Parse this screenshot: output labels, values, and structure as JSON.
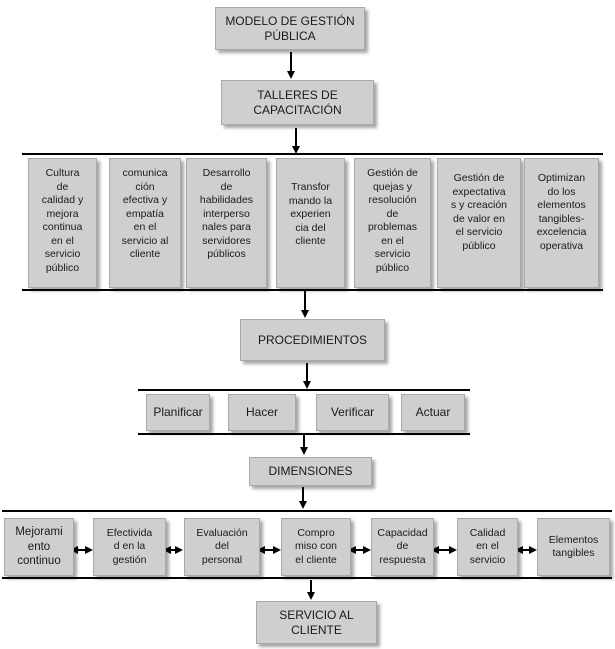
{
  "diagram": {
    "root": "MODELO DE GESTIÓN\nPÚBLICA",
    "workshops": "TALLERES DE\nCAPACITACIÓN",
    "topics": [
      "Cultura\nde\ncalidad y\nmejora\ncontinua\nen el\nservicio\npúblico",
      "comunica\nción\nefectiva y\nempatía\nen el\nservicio al\ncliente",
      "Desarrollo\nde\nhabilidades\ninterperso\nnales para\nservidores\npúblicos",
      "Transfor\nmando la\nexperien\ncia del\ncliente",
      "Gestión de\nquejas y\nresolución\nde\nproblemas\nen el\nservicio\npúblico",
      "Gestión de\nexpectativa\ns y creación\nde valor en\nel servicio\npúblico",
      "Optimizan\ndo los\nelementos\ntangibles-\nexcelencia\noperativa"
    ],
    "procedures": "PROCEDIMIENTOS",
    "steps": [
      "Planificar",
      "Hacer",
      "Verificar",
      "Actuar"
    ],
    "dimensions_title": "DIMENSIONES",
    "dimensions": [
      "Mejorami\nento\ncontinuo",
      "Efectivida\nd en la\ngestión",
      "Evaluación\ndel\npersonal",
      "Compro\nmiso con\nel cliente",
      "Capacidad\nde\nrespuesta",
      "Calidad\nen el\nservicio",
      "Elementos\ntangibles"
    ],
    "result": "SERVICIO AL\nCLIENTE"
  }
}
